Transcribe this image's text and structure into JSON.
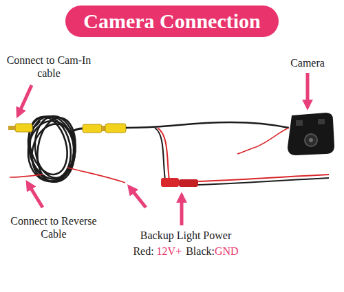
{
  "diagram": {
    "title": "Camera Connection",
    "labels": [
      "Connect to Cam-In cable",
      "Camera",
      "Connect to Reverse Cable",
      "Backup Light Power",
      "Red:",
      "12V+",
      "Black:",
      "GND"
    ]
  }
}
